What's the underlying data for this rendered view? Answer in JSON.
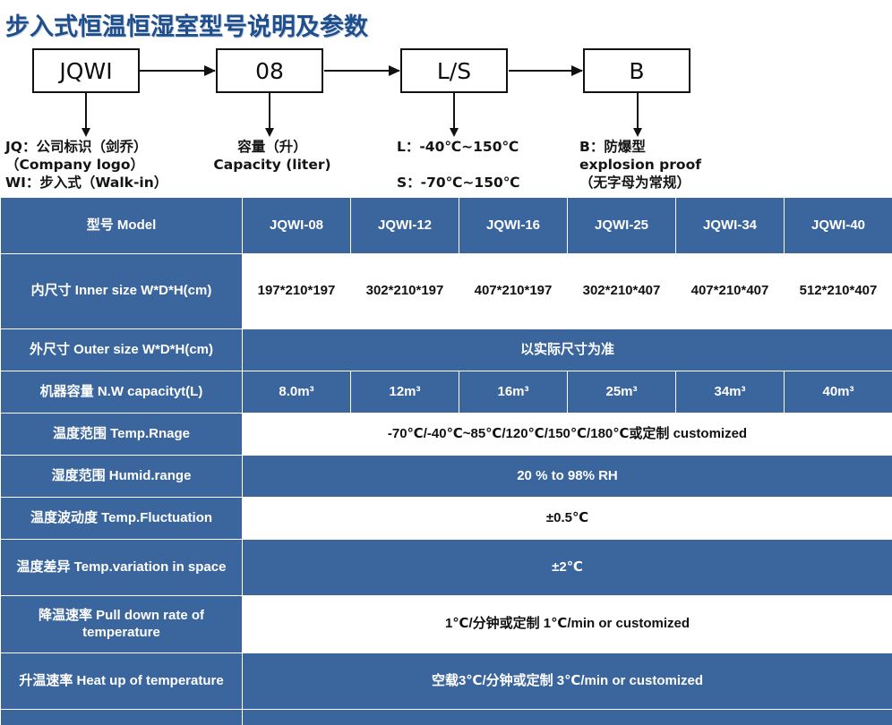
{
  "title": "步入式恒温恒湿室型号说明及参数",
  "colors": {
    "brand_blue": "#3A659D",
    "title_blue": "#1F4E8C",
    "white": "#FFFFFF",
    "line_black": "#111111"
  },
  "diagram": {
    "nodes": [
      {
        "label": "JQWI"
      },
      {
        "label": "08"
      },
      {
        "label": "L/S"
      },
      {
        "label": "B"
      }
    ],
    "notes": [
      "JQ：公司标识（剑乔）\n（Company logo）\nWI：步入式（Walk-in）",
      "容量（升）\nCapacity (liter)",
      "L：-40℃~150℃\n\nS：-70℃~150℃",
      "B：防爆型\nexplosion proof\n（无字母为常规）"
    ]
  },
  "table": {
    "header": {
      "label": "型号 Model",
      "models": [
        "JQWI-08",
        "JQWI-12",
        "JQWI-16",
        "JQWI-25",
        "JQWI-34",
        "JQWI-40"
      ]
    },
    "rows": [
      {
        "label": "内尺寸 Inner size W*D*H(cm)",
        "style": "white",
        "cells": [
          "197*210*197",
          "302*210*197",
          "407*210*197",
          "302*210*407",
          "407*210*407",
          "512*210*407"
        ]
      },
      {
        "label": "外尺寸 Outer size W*D*H(cm)",
        "style": "blue",
        "span": "以实际尺寸为准"
      },
      {
        "label": "机器容量 N.W capacityt(L)",
        "style": "blue",
        "cells": [
          "8.0m³",
          "12m³",
          "16m³",
          "25m³",
          "34m³",
          "40m³"
        ]
      },
      {
        "label": "温度范围 Temp.Rnage",
        "style": "white",
        "span": "-70℃/-40℃~85℃/120℃/150℃/180℃或定制 customized"
      },
      {
        "label": "湿度范围 Humid.range",
        "style": "blue",
        "span": "20 % to 98% RH"
      },
      {
        "label": "温度波动度 Temp.Fluctuation",
        "style": "white",
        "span": "±0.5℃"
      },
      {
        "label": "温度差异 Temp.variation in space",
        "style": "blue",
        "span": "±2℃"
      },
      {
        "label": "降温速率 Pull down rate of temperature",
        "style": "white",
        "span": "1℃/分钟或定制    1℃/min or customized"
      },
      {
        "label": "升温速率 Heat up of temperature",
        "style": "blue",
        "span": "空载3℃/分钟或定制 3℃/min or customized"
      },
      {
        "label": "",
        "style": "blue",
        "span": ""
      }
    ]
  }
}
